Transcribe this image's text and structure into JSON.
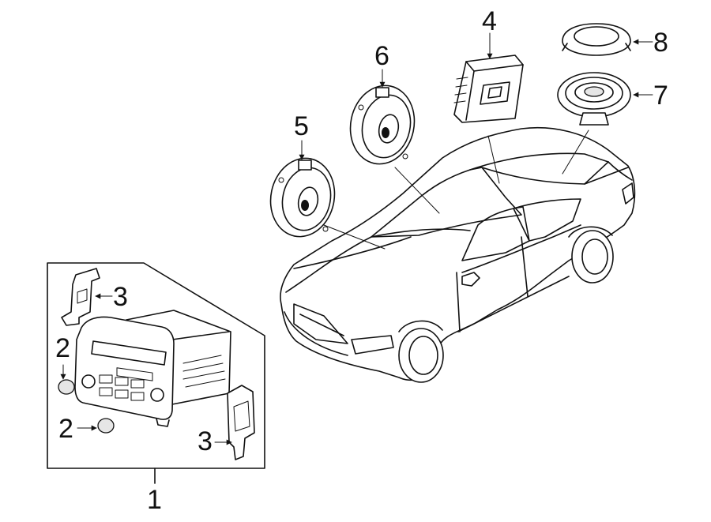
{
  "callouts": {
    "c1": "1",
    "c2a": "2",
    "c2b": "2",
    "c3a": "3",
    "c3b": "3",
    "c4": "4",
    "c5": "5",
    "c6": "6",
    "c7": "7",
    "c8": "8"
  }
}
